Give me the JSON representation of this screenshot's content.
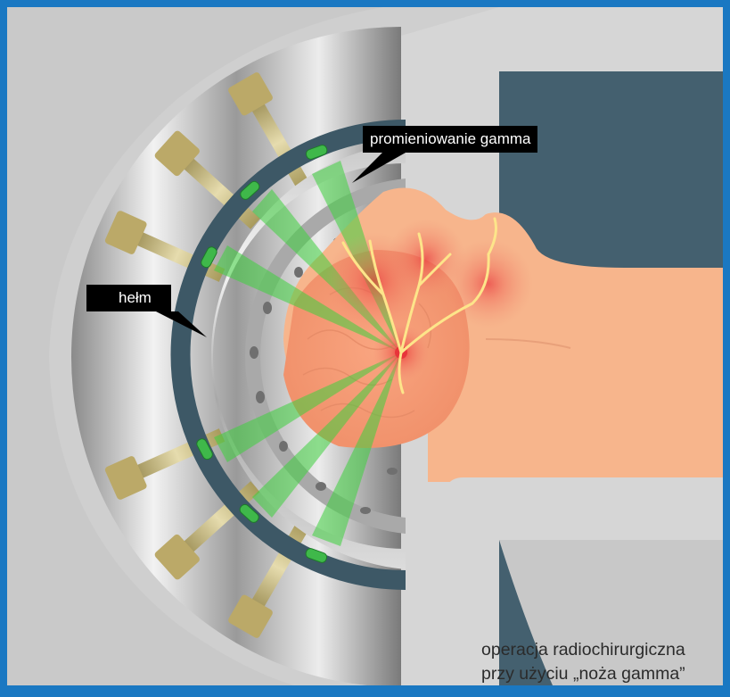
{
  "labels": {
    "gamma": "promieniowanie gamma",
    "helmet": "hełm"
  },
  "caption": {
    "line1": "operacja radiochirurgiczna",
    "line2": "przy użyciu „noża gamma”"
  },
  "colors": {
    "frame": "#1a78c2",
    "background": "#d6d6d6",
    "wall": "#44606f",
    "skin": "#f7b58c",
    "beam": "#3fd13f",
    "target": "#e8343a",
    "nerve": "#fde58a",
    "rod": "#c8b77a",
    "label_bg": "#000000"
  }
}
